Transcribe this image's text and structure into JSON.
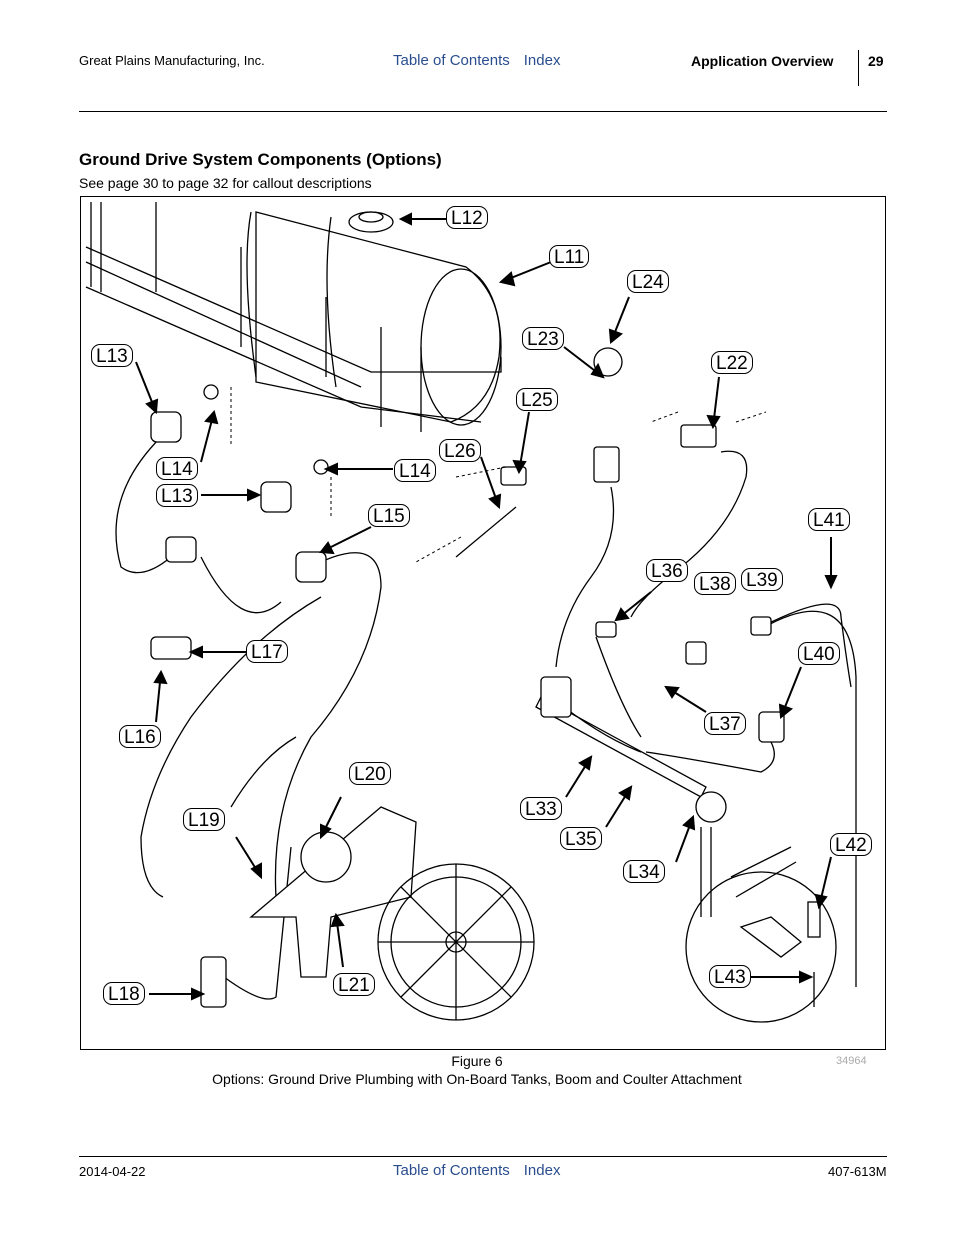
{
  "header": {
    "company": "Great Plains Manufacturing, Inc.",
    "toc_link": "Table of Contents",
    "index_link": "Index",
    "section": "Application Overview",
    "page_number": "29"
  },
  "section": {
    "title": "Ground Drive System Components (Options)",
    "subtitle": "See page 30 to page 32 for callout descriptions"
  },
  "figure": {
    "callouts": [
      "L12",
      "L11",
      "L24",
      "L23",
      "L22",
      "L25",
      "L13",
      "L14",
      "L13",
      "L14",
      "L26",
      "L15",
      "L41",
      "L36",
      "L38",
      "L39",
      "L17",
      "L40",
      "L16",
      "L37",
      "L20",
      "L33",
      "L19",
      "L35",
      "L34",
      "L42",
      "L43",
      "L18",
      "L21"
    ],
    "number": "Figure 6",
    "id": "34964",
    "caption": "Options: Ground Drive Plumbing with On-Board Tanks, Boom and Coulter Attachment"
  },
  "footer": {
    "date": "2014-04-22",
    "toc_link": "Table of Contents",
    "index_link": "Index",
    "doc_number": "407-613M"
  }
}
